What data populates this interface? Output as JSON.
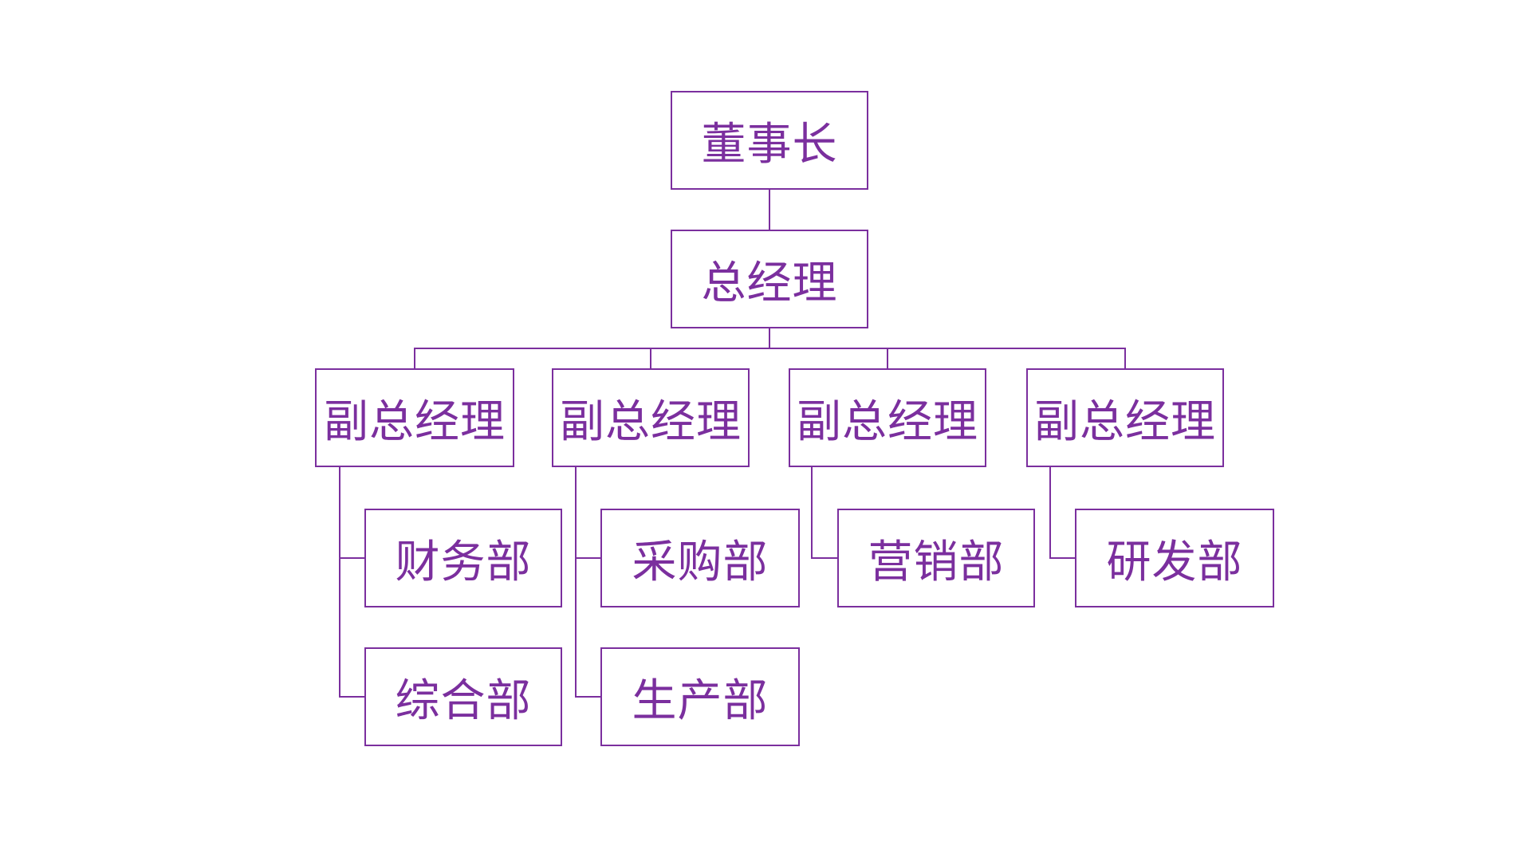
{
  "colors": {
    "accent": "#7B2F9E",
    "background": "#FFFFFF"
  },
  "nodes": {
    "chairman": "董事长",
    "general_manager": "总经理",
    "deputy_gm_1": "副总经理",
    "deputy_gm_2": "副总经理",
    "deputy_gm_3": "副总经理",
    "deputy_gm_4": "副总经理",
    "finance_dept": "财务部",
    "procurement_dept": "采购部",
    "marketing_dept": "营销部",
    "rd_dept": "研发部",
    "general_affairs_dept": "综合部",
    "production_dept": "生产部"
  },
  "edges": [
    {
      "from": "chairman",
      "to": "general_manager"
    },
    {
      "from": "general_manager",
      "to": "deputy_gm_1"
    },
    {
      "from": "general_manager",
      "to": "deputy_gm_2"
    },
    {
      "from": "general_manager",
      "to": "deputy_gm_3"
    },
    {
      "from": "general_manager",
      "to": "deputy_gm_4"
    },
    {
      "from": "deputy_gm_1",
      "to": "finance_dept"
    },
    {
      "from": "deputy_gm_1",
      "to": "general_affairs_dept"
    },
    {
      "from": "deputy_gm_2",
      "to": "procurement_dept"
    },
    {
      "from": "deputy_gm_2",
      "to": "production_dept"
    },
    {
      "from": "deputy_gm_3",
      "to": "marketing_dept"
    },
    {
      "from": "deputy_gm_4",
      "to": "rd_dept"
    }
  ]
}
